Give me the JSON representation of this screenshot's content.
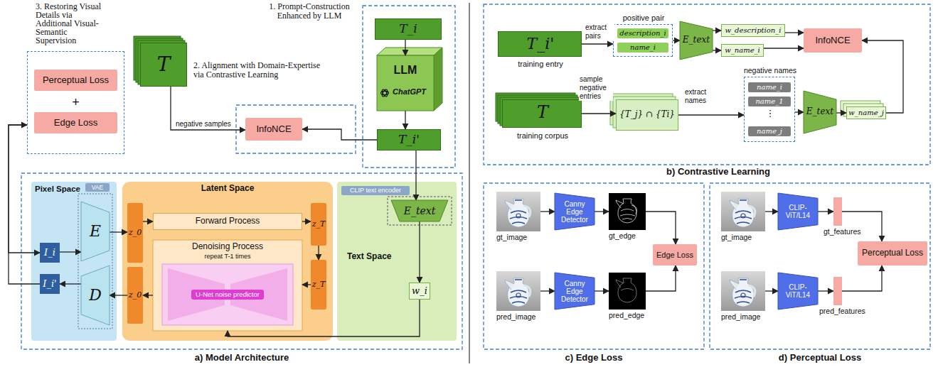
{
  "diagram": {
    "nodes": [
      {
        "text": [
          "+"
        ]
      },
      {
        "text": [
          "Perceptual Loss"
        ],
        "in": 0
      },
      {
        "text": [
          "Edge Loss"
        ],
        "in": 0
      },
      {
        "text": [
          "T"
        ]
      },
      {
        "text": [
          "InfoNCE"
        ]
      },
      {
        "text": [
          "T_i"
        ]
      },
      {
        "text": [
          "LLM",
          "ChatGPT"
        ]
      },
      {
        "text": [
          "T_i'"
        ]
      },
      {
        "text": [
          "Pixel Space"
        ]
      },
      {
        "text": [
          "VAE"
        ],
        "in": 8
      },
      {
        "text": [
          "I_i"
        ],
        "in": 8
      },
      {
        "text": [
          "E"
        ],
        "in": 8
      },
      {
        "text": [
          "D"
        ],
        "in": 8
      },
      {
        "text": [
          "I_i'"
        ],
        "in": 8
      },
      {
        "text": [
          "Latent Space"
        ]
      },
      {
        "text": [
          "z_0"
        ],
        "in": 14
      },
      {
        "text": [
          "Forward Process"
        ],
        "in": 14
      },
      {
        "text": [
          "z_T"
        ],
        "in": 14
      },
      {
        "text": [
          "Denoising Process",
          "repeat T-1 times"
        ],
        "in": 14
      },
      {
        "text": [
          "U-Net noise predictor"
        ],
        "in": 18
      },
      {
        "text": [
          "z_T"
        ],
        "in": 14
      },
      {
        "text": [
          "z_0"
        ],
        "in": 14
      },
      {
        "text": [
          "Text Space"
        ]
      },
      {
        "text": [
          "CLIP text encoder"
        ],
        "in": 22
      },
      {
        "text": [
          "E_text"
        ],
        "in": 22
      },
      {
        "text": [
          "w_i"
        ],
        "in": 22
      },
      {
        "text": [
          "T_i'",
          "training entry"
        ]
      },
      {
        "text": [
          "positive pair"
        ]
      },
      {
        "text": [
          "description_i"
        ],
        "in": 27
      },
      {
        "text": [
          "name_i"
        ],
        "in": 27
      },
      {
        "text": [
          "E_text"
        ]
      },
      {
        "text": [
          "w_description_i"
        ]
      },
      {
        "text": [
          "w_name_i"
        ]
      },
      {
        "text": [
          "InfoNCE"
        ]
      },
      {
        "text": [
          "T",
          "training corpus"
        ]
      },
      {
        "text": [
          "{T_j} ∩ {Ti}"
        ]
      },
      {
        "text": [
          "negative names"
        ]
      },
      {
        "text": [
          "name_i"
        ],
        "in": 36
      },
      {
        "text": [
          "name_1"
        ],
        "in": 36
      },
      {
        "text": [
          "name_j"
        ],
        "in": 36
      },
      {
        "text": [
          "E_text"
        ]
      },
      {
        "text": [
          "w_name_j"
        ]
      },
      {
        "text": [
          "gt_image"
        ]
      },
      {
        "text": [
          "Canny Edge Detector"
        ]
      },
      {
        "text": [
          "gt_edge"
        ]
      },
      {
        "text": [
          "pred_image"
        ]
      },
      {
        "text": [
          "Canny Edge Detector"
        ]
      },
      {
        "text": [
          "pred_edge"
        ]
      },
      {
        "text": [
          "Edge Loss"
        ]
      },
      {
        "text": [
          "gt_image"
        ]
      },
      {
        "text": [
          "CLIP-ViT/L14"
        ]
      },
      {
        "text": [
          "gt_features"
        ]
      },
      {
        "text": [
          "pred_image"
        ]
      },
      {
        "text": [
          "CLIP-ViT/L14"
        ]
      },
      {
        "text": [
          "pred_features"
        ]
      },
      {
        "text": [
          "Perceptual Loss"
        ]
      }
    ],
    "edges": [
      {
        "from": 3,
        "to": 4,
        "arrow": "to",
        "label": "negative samples"
      },
      {
        "from": 5,
        "to": 6,
        "arrow": "to"
      },
      {
        "from": 6,
        "to": 7,
        "arrow": "to"
      },
      {
        "from": 7,
        "to": 4,
        "arrow": "to"
      },
      {
        "from": 7,
        "to": 24,
        "arrow": "to"
      },
      {
        "from": 13,
        "to": 0,
        "arrow": "to"
      },
      {
        "from": 0,
        "to": 10,
        "arrow": "to"
      },
      {
        "from": 10,
        "to": 11,
        "arrow": "to"
      },
      {
        "from": 11,
        "to": 15,
        "arrow": "to"
      },
      {
        "from": 15,
        "to": 16,
        "arrow": "to"
      },
      {
        "from": 16,
        "to": 17,
        "arrow": "to"
      },
      {
        "from": 17,
        "to": 20,
        "arrow": "to"
      },
      {
        "from": 20,
        "to": 18,
        "arrow": "to"
      },
      {
        "from": 18,
        "to": 21,
        "arrow": "to"
      },
      {
        "from": 21,
        "to": 12,
        "arrow": "to"
      },
      {
        "from": 12,
        "to": 13,
        "arrow": "to"
      },
      {
        "from": 24,
        "to": 25,
        "arrow": "to"
      },
      {
        "from": 25,
        "to": 18,
        "arrow": "to"
      },
      {
        "from": 26,
        "to": 27,
        "arrow": "to",
        "label": "extract pairs"
      },
      {
        "from": 27,
        "to": 30,
        "arrow": "to"
      },
      {
        "from": 30,
        "to": 31,
        "arrow": "to"
      },
      {
        "from": 30,
        "to": 32,
        "arrow": "to"
      },
      {
        "from": 31,
        "to": 33,
        "arrow": "to"
      },
      {
        "from": 32,
        "to": 33,
        "arrow": "to"
      },
      {
        "from": 34,
        "to": 35,
        "arrow": "to",
        "label": "sample negative entries"
      },
      {
        "from": 35,
        "to": 36,
        "arrow": "to",
        "label": "extract names"
      },
      {
        "from": 36,
        "to": 40,
        "arrow": "to"
      },
      {
        "from": 40,
        "to": 41,
        "arrow": "to"
      },
      {
        "from": 41,
        "to": 33,
        "arrow": "to"
      },
      {
        "from": 42,
        "to": 43,
        "arrow": "to"
      },
      {
        "from": 43,
        "to": 44,
        "arrow": "to"
      },
      {
        "from": 44,
        "to": 48,
        "arrow": "to"
      },
      {
        "from": 45,
        "to": 46,
        "arrow": "to"
      },
      {
        "from": 46,
        "to": 47,
        "arrow": "to"
      },
      {
        "from": 47,
        "to": 48,
        "arrow": "to"
      },
      {
        "from": 49,
        "to": 50,
        "arrow": "to"
      },
      {
        "from": 50,
        "to": 51,
        "arrow": "to"
      },
      {
        "from": 51,
        "to": 55,
        "arrow": "to"
      },
      {
        "from": 52,
        "to": 53,
        "arrow": "to"
      },
      {
        "from": 53,
        "to": 54,
        "arrow": "to"
      },
      {
        "from": 54,
        "to": 55,
        "arrow": "to"
      }
    ],
    "labels": [
      "3. Restoring Visual Details via Additional Visual-Semantic Supervision",
      "1. Prompt-Construction Enhanced by LLM",
      "2. Alignment with Domain-Expertise via Contrastive Learning",
      "⋮",
      "a) Model Architecture",
      "b) Contrastive Learning",
      "c) Edge Loss",
      "d) Perceptual Loss"
    ]
  }
}
